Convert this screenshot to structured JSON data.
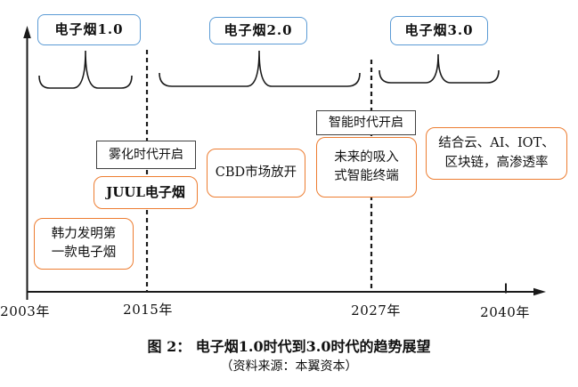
{
  "figure": {
    "title": "图 2： 电子烟1.0时代到3.0时代的趋势展望",
    "source": "（资料来源：本翼资本）"
  },
  "era_boxes": [
    {
      "label": "电子烟1.0"
    },
    {
      "label": "电子烟2.0"
    },
    {
      "label": "电子烟3.0"
    }
  ],
  "stage_boxes": {
    "atomization": "雾化时代开启",
    "intelligence": "智能时代开启"
  },
  "event_boxes": {
    "hanli": "韩力发明第\n一款电子烟",
    "juul": "JUUL电子烟",
    "cbd": "CBD市场放开",
    "future_terminal": "未来的吸入\n式智能终端",
    "cloud_ai": "结合云、AI、IOT、\n区块链，高渗透率"
  },
  "axis": {
    "years": [
      "2003年",
      "2015年",
      "2027年",
      "2040年"
    ]
  },
  "colors": {
    "era_border": "#5B9BD5",
    "event_border": "#ED7D31",
    "stage_border": "#404040",
    "line": "#1a1a1a"
  }
}
